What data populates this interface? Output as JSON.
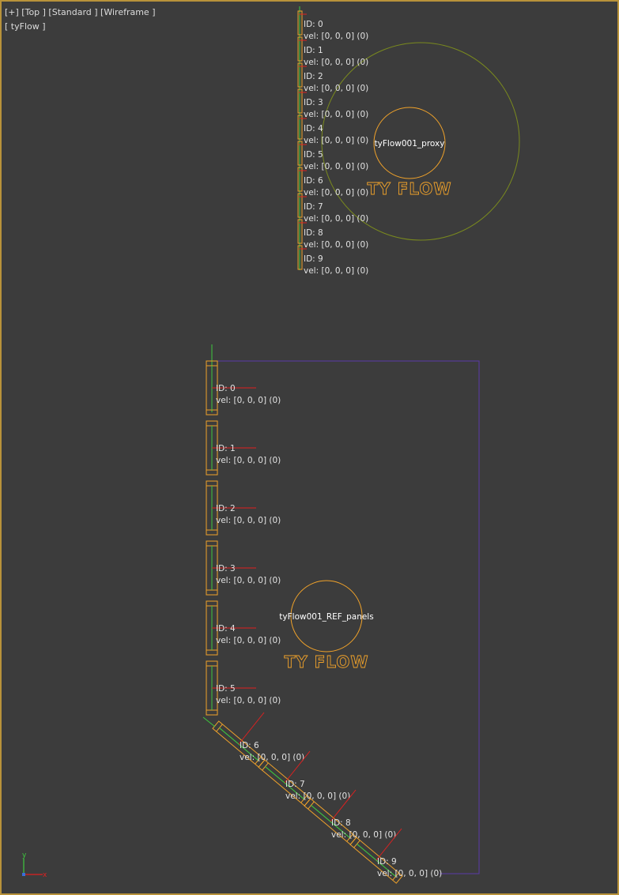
{
  "viewport": {
    "label_main": "[+] [Top ] [Standard ] [Wireframe ]",
    "label_sub": "[ tyFlow ]"
  },
  "objects": {
    "proxy": {
      "name": "tyFlow001_proxy",
      "logo": "TY FLOW"
    },
    "panels": {
      "name": "tyFlow001_REF_panels",
      "logo": "TY FLOW"
    }
  },
  "proxy_particles": [
    {
      "id": "ID: 0",
      "vel": "vel: [0, 0, 0] (0)"
    },
    {
      "id": "ID: 1",
      "vel": "vel: [0, 0, 0] (0)"
    },
    {
      "id": "ID: 2",
      "vel": "vel: [0, 0, 0] (0)"
    },
    {
      "id": "ID: 3",
      "vel": "vel: [0, 0, 0] (0)"
    },
    {
      "id": "ID: 4",
      "vel": "vel: [0, 0, 0] (0)"
    },
    {
      "id": "ID: 5",
      "vel": "vel: [0, 0, 0] (0)"
    },
    {
      "id": "ID: 6",
      "vel": "vel: [0, 0, 0] (0)"
    },
    {
      "id": "ID: 7",
      "vel": "vel: [0, 0, 0] (0)"
    },
    {
      "id": "ID: 8",
      "vel": "vel: [0, 0, 0] (0)"
    },
    {
      "id": "ID: 9",
      "vel": "vel: [0, 0, 0] (0)"
    }
  ],
  "panel_particles": [
    {
      "id": "ID: 0",
      "vel": "vel: [0, 0, 0] (0)"
    },
    {
      "id": "ID: 1",
      "vel": "vel: [0, 0, 0] (0)"
    },
    {
      "id": "ID: 2",
      "vel": "vel: [0, 0, 0] (0)"
    },
    {
      "id": "ID: 3",
      "vel": "vel: [0, 0, 0] (0)"
    },
    {
      "id": "ID: 4",
      "vel": "vel: [0, 0, 0] (0)"
    },
    {
      "id": "ID: 5",
      "vel": "vel: [0, 0, 0] (0)"
    },
    {
      "id": "ID: 6",
      "vel": "vel: [0, 0, 0] (0)"
    },
    {
      "id": "ID: 7",
      "vel": "vel: [0, 0, 0] (0)"
    },
    {
      "id": "ID: 8",
      "vel": "vel: [0, 0, 0] (0)"
    },
    {
      "id": "ID: 9",
      "vel": "vel: [0, 0, 0] (0)"
    }
  ],
  "gizmo": {
    "axis_y": "y",
    "axis_x": "x"
  },
  "colors": {
    "viewport_bg": "#3c3c3c",
    "active_border": "#b8923a",
    "particle_orange": "#f0a22a",
    "axis_green": "#3ec83e",
    "axis_red": "#e02020",
    "bbox_purple": "#5a3aa8",
    "icon_ring": "#7a8a1e"
  }
}
